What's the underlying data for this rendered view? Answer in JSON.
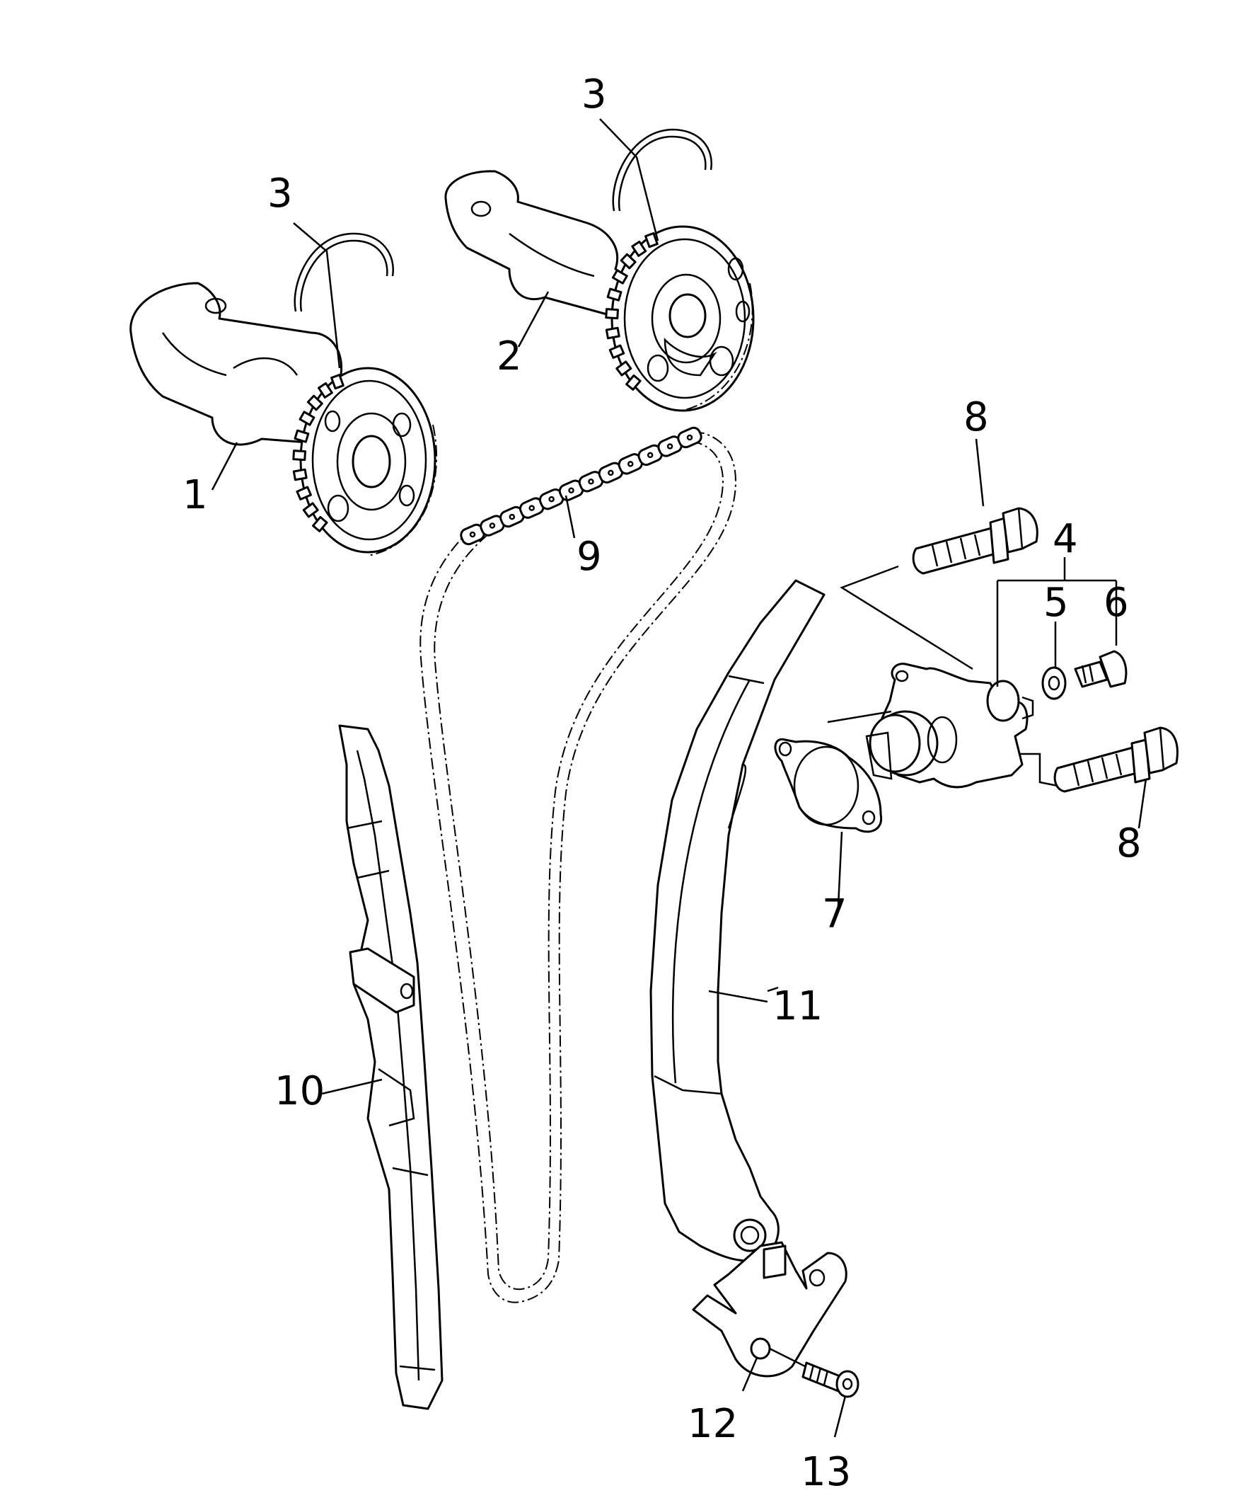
{
  "callouts": {
    "camshaft_exhaust": "1",
    "camshaft_intake": "2",
    "clip_left": "3",
    "clip_right": "3",
    "tensioner_assembly": "4",
    "washer": "5",
    "plug_bolt": "6",
    "gasket": "7",
    "bolt_upper": "8",
    "bolt_lower": "8",
    "cam_chain": "9",
    "chain_guide": "10",
    "tensioner_guide": "11",
    "guide_plate": "12",
    "screw": "13"
  },
  "icons": {
    "camshaft": "camshaft-sprocket-drawing",
    "chain": "cam-chain-drawing",
    "bolt": "flange-bolt-drawing"
  },
  "colors": {
    "line": "#000000",
    "background": "#ffffff"
  }
}
